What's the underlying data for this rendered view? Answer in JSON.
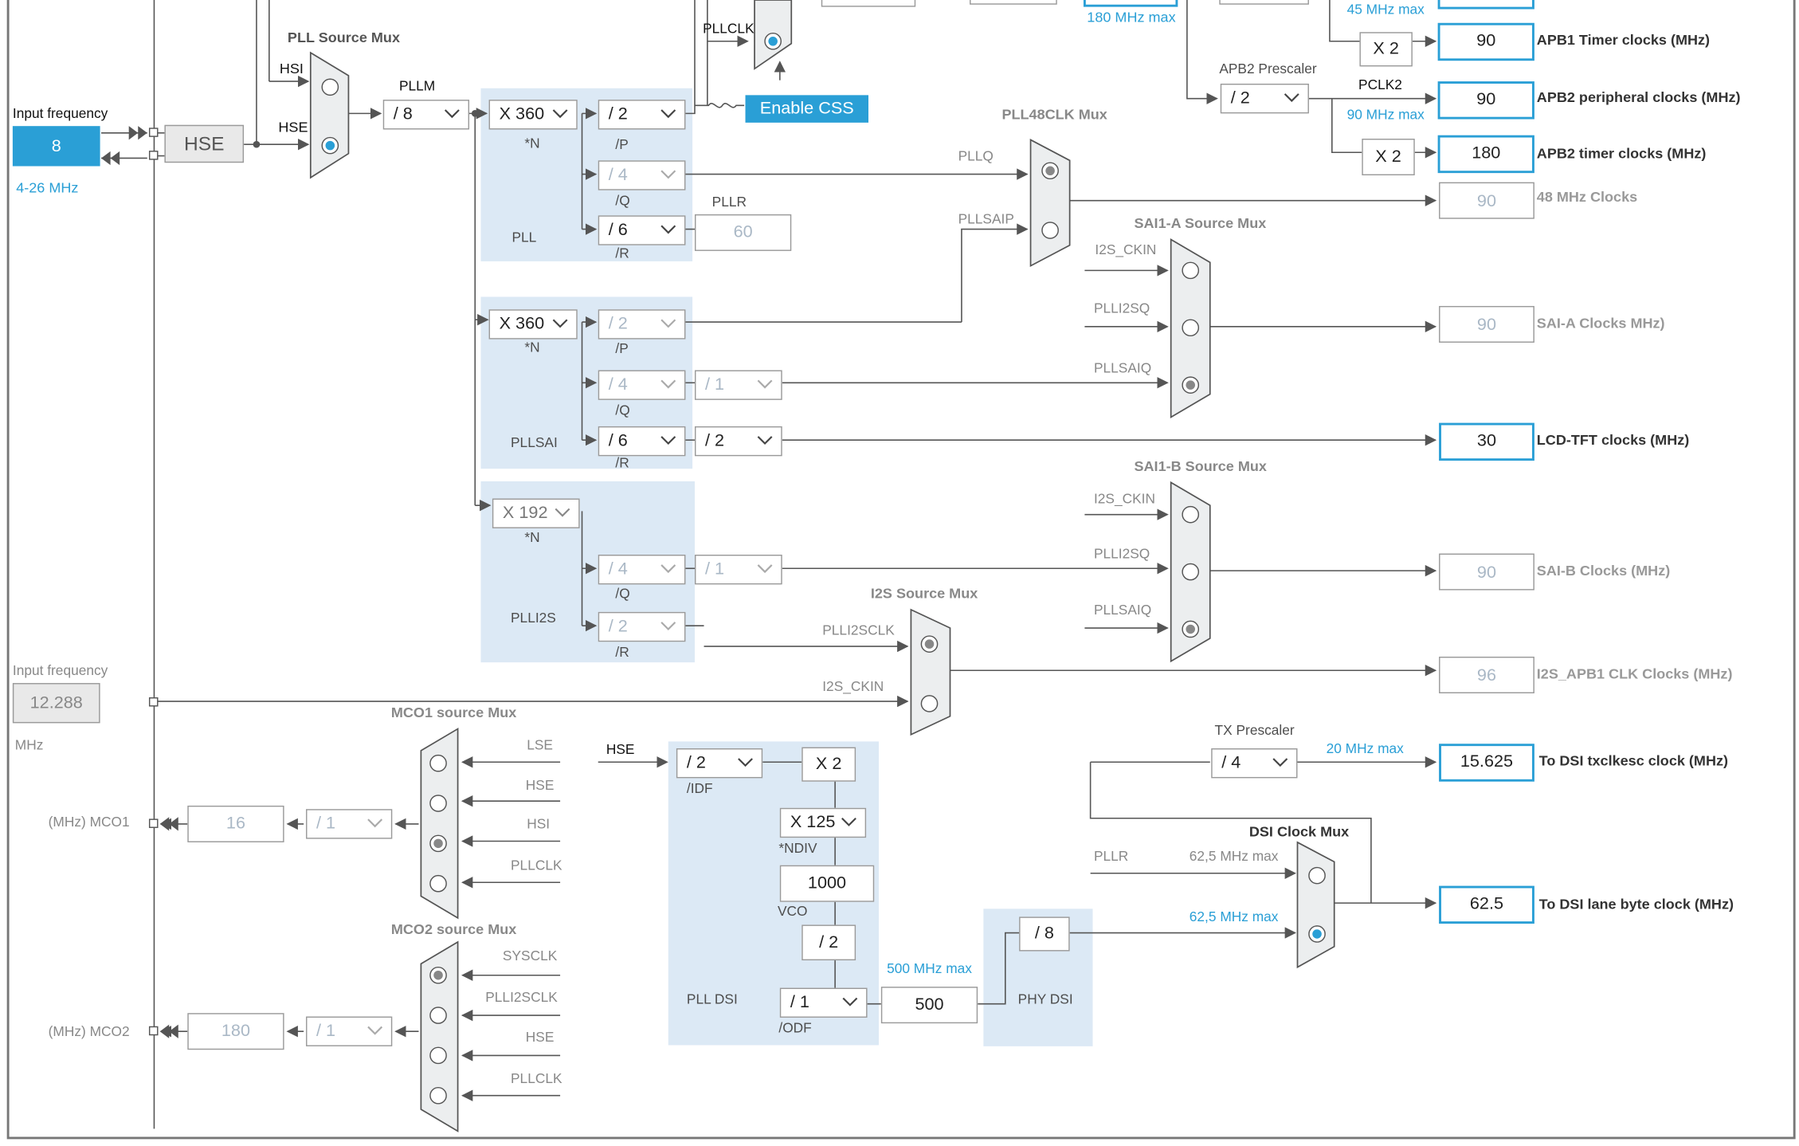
{
  "colors": {
    "accent": "#2a9fd6",
    "region": "#dce9f5",
    "wire": "#555555"
  },
  "pll_source_mux": {
    "title": "PLL Source Mux",
    "in_hsi": "HSI",
    "in_hse": "HSE"
  },
  "input_freq": {
    "label": "Input frequency",
    "value": "8",
    "range": "4-26 MHz",
    "hse": "HSE"
  },
  "input_freq2": {
    "label": "Input frequency",
    "value": "12.288",
    "unit": "MHz"
  },
  "pllm": {
    "label": "PLLM",
    "value": "/ 8"
  },
  "pll": {
    "name": "PLL",
    "n": "X 360",
    "n_label": "*N",
    "p": "/ 2",
    "p_label": "/P",
    "q": "/ 4",
    "q_label": "/Q",
    "r": "/ 6",
    "r_label": "/R",
    "pllr_label": "PLLR",
    "pllr_value": "60"
  },
  "pllsai": {
    "name": "PLLSAI",
    "n": "X 360",
    "n_label": "*N",
    "p": "/ 2",
    "p_label": "/P",
    "q": "/ 4",
    "q_label": "/Q",
    "q_div": "/ 1",
    "r": "/ 6",
    "r_label": "/R",
    "r_div": "/ 2"
  },
  "plli2s": {
    "name": "PLLI2S",
    "n": "X 192",
    "n_label": "*N",
    "q": "/ 4",
    "q_label": "/Q",
    "q_div": "/ 1",
    "r": "/ 2",
    "r_label": "/R"
  },
  "top": {
    "pllclk": "PLLCLK",
    "enable_css": "Enable CSS",
    "max_180": "180 MHz max",
    "max_45": "45 MHz max"
  },
  "apb": {
    "x2_a": "X 2",
    "apb1_timer": "90",
    "apb1_timer_label": "APB1 Timer clocks (MHz)",
    "apb2_prescaler_label": "APB2 Prescaler",
    "apb2_prescaler": "/ 2",
    "pclk2": "PCLK2",
    "max_90": "90 MHz max",
    "apb2_periph": "90",
    "apb2_periph_label": "APB2 peripheral clocks (MHz)",
    "x2_b": "X 2",
    "apb2_timer": "180",
    "apb2_timer_label": "APB2 timer clocks (MHz)"
  },
  "pll48": {
    "title": "PLL48CLK Mux",
    "in_q": "PLLQ",
    "in_saip": "PLLSAIP",
    "out": "90",
    "out_label": "48 MHz Clocks"
  },
  "sai_a": {
    "title": "SAI1-A Source Mux",
    "in1": "I2S_CKIN",
    "in2": "PLLI2SQ",
    "in3": "PLLSAIQ",
    "out": "90",
    "out_label": "SAI-A Clocks MHz)"
  },
  "lcd": {
    "out": "30",
    "out_label": "LCD-TFT clocks (MHz)"
  },
  "sai_b": {
    "title": "SAI1-B Source Mux",
    "in1": "I2S_CKIN",
    "in2": "PLLI2SQ",
    "in3": "PLLSAIQ",
    "out": "90",
    "out_label": "SAI-B Clocks (MHz)"
  },
  "i2s": {
    "title": "I2S Source Mux",
    "in1": "PLLI2SCLK",
    "in2": "I2S_CKIN",
    "out": "96",
    "out_label": "I2S_APB1 CLK Clocks (MHz)"
  },
  "mco1": {
    "title": "MCO1 source Mux",
    "in1": "LSE",
    "in2": "HSE",
    "in3": "HSI",
    "in4": "PLLCLK",
    "div": "/ 1",
    "value": "16",
    "label": "(MHz) MCO1"
  },
  "mco2": {
    "title": "MCO2 source Mux",
    "in1": "SYSCLK",
    "in2": "PLLI2SCLK",
    "in3": "HSE",
    "in4": "PLLCLK",
    "div": "/ 1",
    "value": "180",
    "label": "(MHz) MCO2"
  },
  "pll_dsi": {
    "hse": "HSE",
    "idf": "/ 2",
    "idf_label": "/IDF",
    "x2": "X 2",
    "ndiv": "X 125",
    "ndiv_label": "*NDIV",
    "vco_value": "1000",
    "vco_label": "VCO",
    "div2": "/ 2",
    "odf": "/ 1",
    "odf_label": "/ODF",
    "name": "PLL DSI",
    "max500": "500 MHz max",
    "out": "500"
  },
  "phy_dsi": {
    "div": "/ 8",
    "name": "PHY DSI"
  },
  "tx": {
    "title": "TX Prescaler",
    "value": "/ 4",
    "max": "20 MHz max",
    "out": "15.625",
    "out_label": "To DSI txclkesc clock (MHz)"
  },
  "dsi_mux": {
    "title": "DSI Clock Mux",
    "in_pllr": "PLLR",
    "max_a": "62,5 MHz max",
    "max_b": "62,5 MHz max",
    "out": "62.5",
    "out_label": "To DSI lane byte clock (MHz)"
  }
}
